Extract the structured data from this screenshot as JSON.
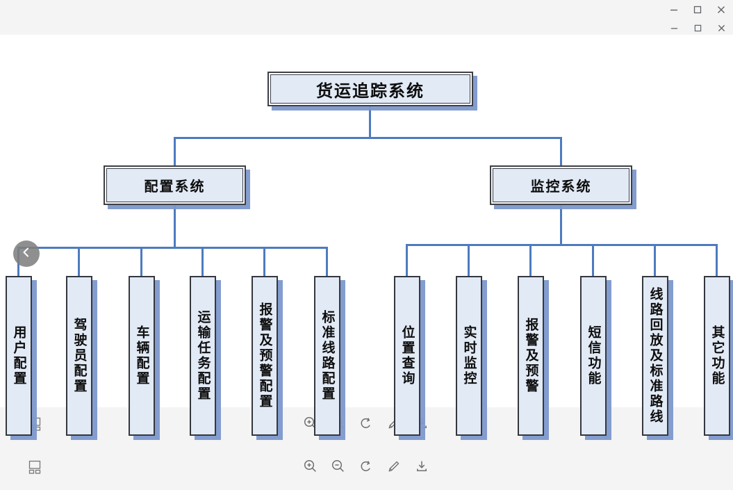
{
  "window": {
    "controls": [
      {
        "name": "minimize"
      },
      {
        "name": "maximize"
      },
      {
        "name": "close"
      }
    ],
    "rows": 2
  },
  "diagram": {
    "root": "货运追踪系统",
    "branches": [
      {
        "label": "配置系统",
        "children": [
          "用户配置",
          "驾驶员配置",
          "车辆配置",
          "运输任务配置",
          "报警及预警配置",
          "标准线路配置"
        ]
      },
      {
        "label": "监控系统",
        "children": [
          "位置查询",
          "实时监控",
          "报警及预警",
          "短信功能",
          "线路回放及标准路线",
          "其它功能"
        ]
      }
    ]
  },
  "nav": {
    "prev_icon": "chevron-left"
  },
  "footer": {
    "rows": [
      {
        "left_icon": "slide-panel",
        "icons": [
          "zoom-in",
          "zoom-out",
          "refresh",
          "edit",
          "download"
        ]
      },
      {
        "left_icon": "slide-panel",
        "icons": [
          "zoom-in",
          "zoom-out",
          "refresh",
          "edit",
          "download"
        ]
      }
    ]
  },
  "colors": {
    "connector": "#4d7bbf",
    "node_fill": "#e2eaf6",
    "node_shadow": "#7d98cc",
    "chrome_bg": "#f4f4f4",
    "canvas_bg": "#ffffff",
    "icon_gray": "#6e6e6e"
  }
}
